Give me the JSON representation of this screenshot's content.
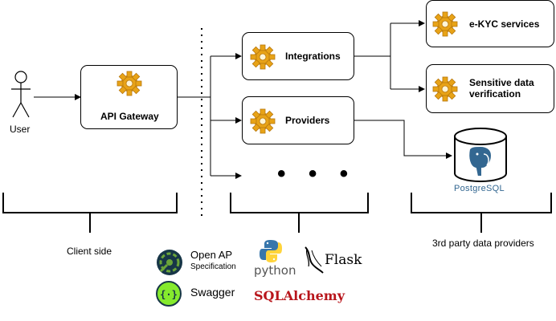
{
  "actor": {
    "label": "User"
  },
  "gateway": {
    "label": "API Gateway"
  },
  "services": {
    "integrations": "Integrations",
    "providers": "Providers",
    "more": "• • •"
  },
  "external": {
    "ekyc": "e-KYC services",
    "sensitive_line1": "Sensitive data",
    "sensitive_line2": "verification",
    "db_label": "PostgreSQL"
  },
  "groups": {
    "client_side": "Client side",
    "third_party": "3rd party data providers"
  },
  "tech": {
    "openapi_line1": "Open AP",
    "openapi_line2": "Specification",
    "swagger": "Swagger",
    "python": "python",
    "flask": "Flask",
    "sqlalchemy": "SQLAlchemy"
  },
  "colors": {
    "gear": "#e8a317",
    "openapi_green": "#6ba539",
    "swagger_green": "#85ea2d",
    "python_blue": "#3776ab",
    "python_yellow": "#ffd43b",
    "sqlalchemy_red": "#b8151b",
    "postgres_blue": "#336791"
  }
}
